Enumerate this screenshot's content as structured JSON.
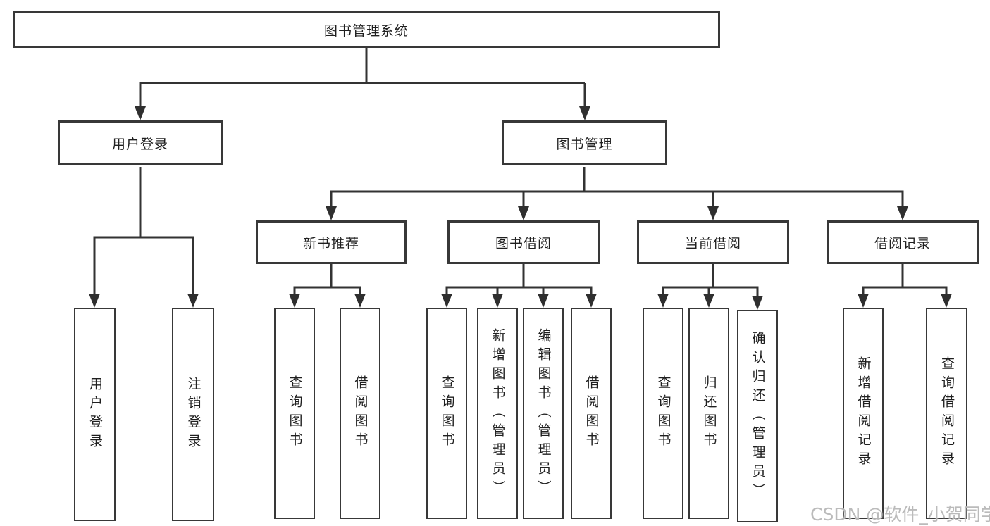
{
  "title": "图书管理系统",
  "level2": {
    "user_login": "用户登录",
    "book_mgmt": "图书管理"
  },
  "level3": {
    "new_book_rec": "新书推荐",
    "book_borrow": "图书借阅",
    "current_borrow": "当前借阅",
    "borrow_records": "借阅记录"
  },
  "leaves": {
    "user_login": [
      "用户登录",
      "注销登录"
    ],
    "new_book": [
      "查询图书",
      "借阅图书"
    ],
    "borrow": [
      "查询图书",
      "新增图书（管理员）",
      "编辑图书（管理员）",
      "借阅图书"
    ],
    "current": [
      "查询图书",
      "归还图书",
      "确认归还（管理员）"
    ],
    "records": [
      "新增借阅记录",
      "查询借阅记录"
    ]
  },
  "watermark": "CSDN @软件_小贺同学",
  "colors": {
    "line": "#333333",
    "border": "#383838",
    "text": "#1f1f1f",
    "watermark": "#b7b7b7"
  }
}
